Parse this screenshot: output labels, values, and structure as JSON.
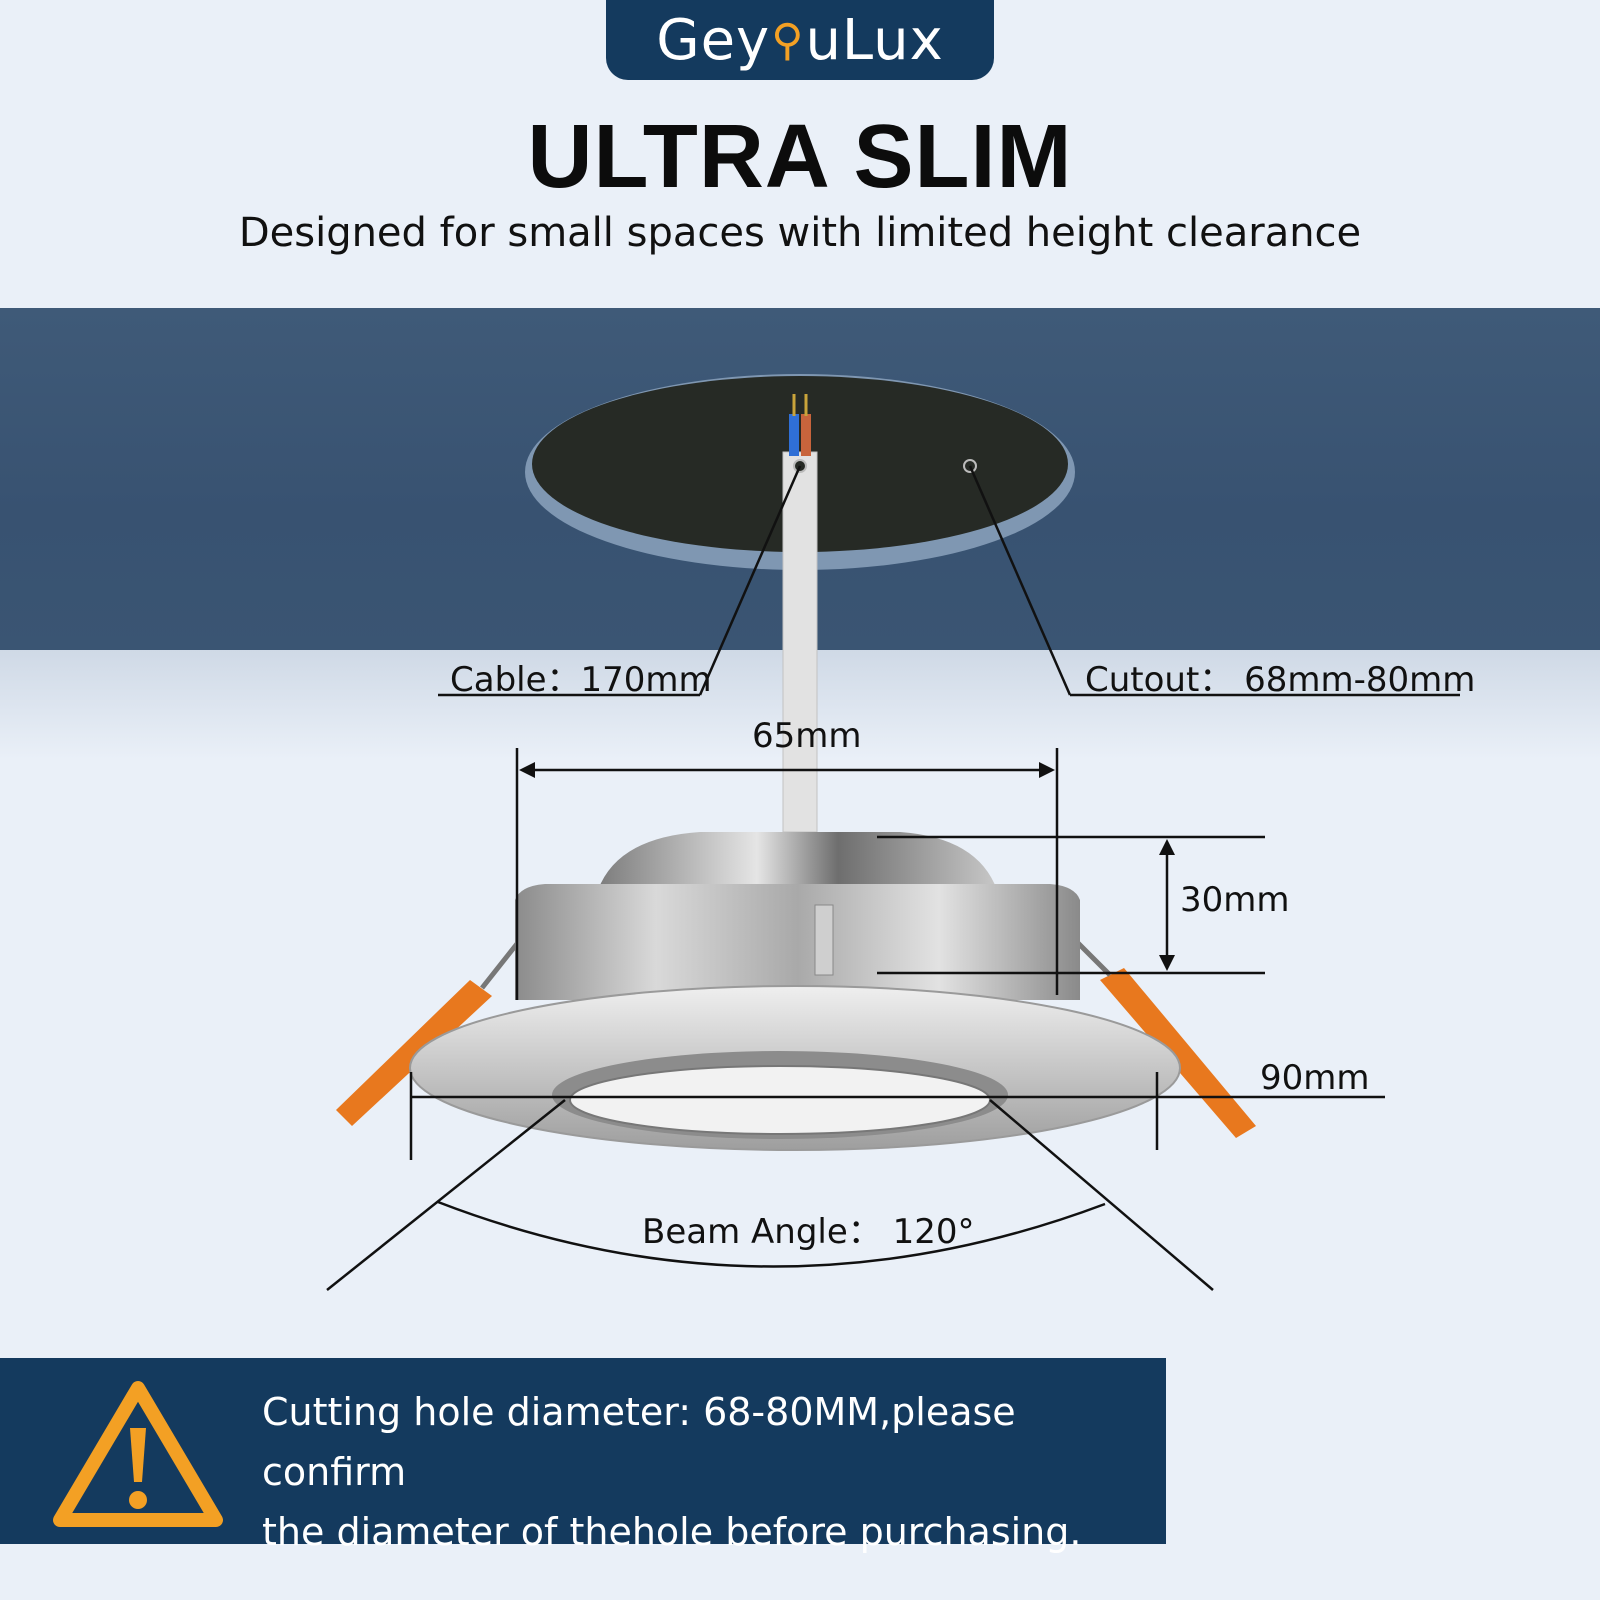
{
  "brand": {
    "name_start": "Gey",
    "name_end": "uLux"
  },
  "title": "ULTRA SLIM",
  "subtitle": "Designed for small spaces with limited height clearance",
  "labels": {
    "cable": "Cable：170mm",
    "cutout": "Cutout： 68mm-80mm",
    "width_top": "65mm",
    "height": "30mm",
    "width_bottom": "90mm",
    "beam_angle": "Beam Angle： 120°"
  },
  "notice": {
    "line1": "Cutting hole diameter: 68-80MM,please confirm",
    "line2": "the diameter of thehole before purchasing."
  },
  "colors": {
    "brand_bg": "#143a5e",
    "warning_accent": "#f3a024",
    "ceiling": "#3f5a78",
    "clip_orange": "#e8781e"
  }
}
